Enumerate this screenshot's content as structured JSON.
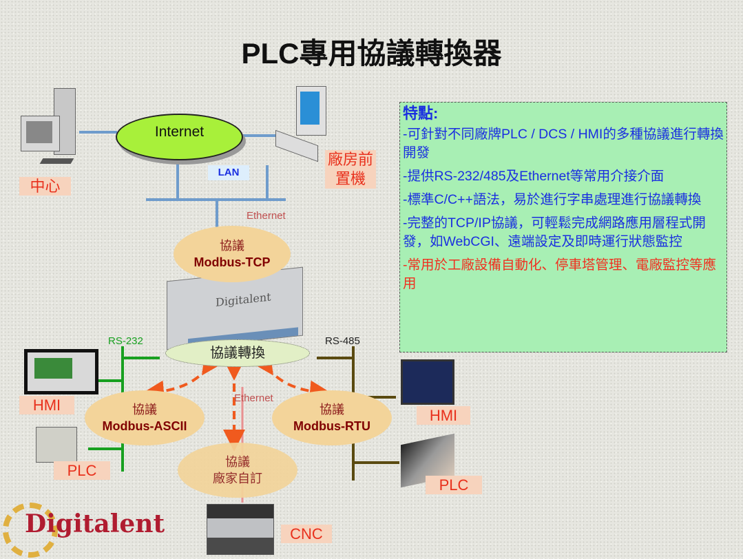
{
  "title": "PLC專用協議轉換器",
  "network": {
    "internet": "Internet",
    "lan": "LAN",
    "ethernet_top": "Ethernet",
    "ethernet_bottom": "Ethernet",
    "rs232": "RS-232",
    "rs485": "RS-485"
  },
  "nodes": {
    "center": "中心",
    "frontend_line1": "廠房前",
    "frontend_line2": "置機",
    "hmi_left": "HMI",
    "plc_left": "PLC",
    "hmi_right": "HMI",
    "plc_right": "PLC",
    "cnc": "CNC"
  },
  "protocols": {
    "tcp": {
      "label": "協議",
      "name": "Modbus-TCP"
    },
    "converter": "協議轉換",
    "ascii": {
      "label": "協議",
      "name": "Modbus-ASCII"
    },
    "rtu": {
      "label": "協議",
      "name": "Modbus-RTU"
    },
    "custom": {
      "label": "協議",
      "name": "廠家自訂"
    }
  },
  "features": {
    "heading": "特點:",
    "items": [
      "-可針對不同廠牌PLC / DCS / HMI的多種協議進行轉換開發",
      "-提供RS-232/485及Ethernet等常用介接介面",
      "-標準C/C++語法，易於進行字串處理進行協議轉換",
      "-完整的TCP/IP協議，可輕鬆完成網路應用層程式開發，如WebCGI、遠端設定及即時運行狀態監控",
      "-常用於工廠設備自動化、停車塔管理、電廠監控等應用"
    ]
  },
  "logo": {
    "text": "Digitalent",
    "device_brand": "Digitalent"
  },
  "colors": {
    "feature_text": "#1a2fe0",
    "feature_highlight": "#f03020",
    "feature_bg": "#a8efb4",
    "rs232": "#18a020",
    "rs485": "#5a4a10",
    "lan": "#6f9ccc",
    "arrow": "#f05a1e"
  }
}
